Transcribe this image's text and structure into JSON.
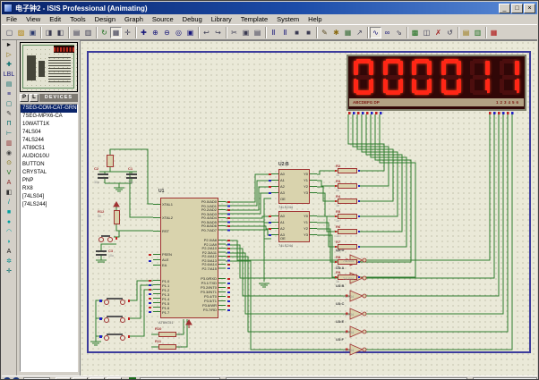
{
  "window": {
    "title": "电子钟2 - ISIS Professional (Animating)",
    "buttons": {
      "minimize": "_",
      "maximize": "□",
      "close": "×"
    }
  },
  "menu": [
    {
      "name": "menu-file",
      "label": "File"
    },
    {
      "name": "menu-view",
      "label": "View"
    },
    {
      "name": "menu-edit",
      "label": "Edit"
    },
    {
      "name": "menu-tools",
      "label": "Tools"
    },
    {
      "name": "menu-design",
      "label": "Design"
    },
    {
      "name": "menu-graph",
      "label": "Graph"
    },
    {
      "name": "menu-source",
      "label": "Source"
    },
    {
      "name": "menu-debug",
      "label": "Debug"
    },
    {
      "name": "menu-library",
      "label": "Library"
    },
    {
      "name": "menu-template",
      "label": "Template"
    },
    {
      "name": "menu-system",
      "label": "System"
    },
    {
      "name": "menu-help",
      "label": "Help"
    }
  ],
  "toolbar": [
    {
      "name": "new-button",
      "glyph": "▢",
      "color": "#3a3a52"
    },
    {
      "name": "open-button",
      "glyph": "▨",
      "color": "#b08000"
    },
    {
      "name": "save-button",
      "glyph": "▣",
      "color": "#2c3a6e"
    },
    {
      "sep": true
    },
    {
      "name": "import-button",
      "glyph": "◨",
      "color": "#3a3a52"
    },
    {
      "name": "export-button",
      "glyph": "◧",
      "color": "#3a3a52"
    },
    {
      "sep": true
    },
    {
      "name": "print-button",
      "glyph": "▤",
      "color": "#3a3a52"
    },
    {
      "name": "print-area-button",
      "glyph": "▥",
      "color": "#3a3a52"
    },
    {
      "sep": true
    },
    {
      "name": "redraw-button",
      "glyph": "↻",
      "color": "#1a6e1a"
    },
    {
      "name": "grid-toggle",
      "glyph": "▦",
      "color": "#3a3a52",
      "pressed": true
    },
    {
      "name": "origin-button",
      "glyph": "✛",
      "color": "#3a3a52"
    },
    {
      "sep": true
    },
    {
      "name": "pan-button",
      "glyph": "✚",
      "color": "#16167a"
    },
    {
      "name": "zoom-in-button",
      "glyph": "⊕",
      "color": "#16167a"
    },
    {
      "name": "zoom-out-button",
      "glyph": "⊖",
      "color": "#16167a"
    },
    {
      "name": "zoom-all-button",
      "glyph": "◎",
      "color": "#16167a"
    },
    {
      "name": "zoom-area-button",
      "glyph": "▣",
      "color": "#16167a"
    },
    {
      "sep": true
    },
    {
      "name": "undo-button",
      "glyph": "↩",
      "color": "#3a3a52"
    },
    {
      "name": "redo-button",
      "glyph": "↪",
      "color": "#3a3a52"
    },
    {
      "sep": true
    },
    {
      "name": "cut-button",
      "glyph": "✂",
      "color": "#3a3a52"
    },
    {
      "name": "copy-button",
      "glyph": "▣",
      "color": "#3a3a52"
    },
    {
      "name": "paste-button",
      "glyph": "▤",
      "color": "#3a3a52"
    },
    {
      "sep": true
    },
    {
      "name": "block-copy-button",
      "glyph": "Ⅱ",
      "color": "#16167a"
    },
    {
      "name": "block-move-button",
      "glyph": "Ⅱ",
      "color": "#16167a"
    },
    {
      "name": "block-rotate-button",
      "glyph": "■",
      "color": "#3a3a52"
    },
    {
      "name": "block-delete-button",
      "glyph": "■",
      "color": "#3a3a52"
    },
    {
      "sep": true
    },
    {
      "name": "pick-device-button",
      "glyph": "✎",
      "color": "#5a4a20"
    },
    {
      "name": "make-device-button",
      "glyph": "✱",
      "color": "#8a6a10"
    },
    {
      "name": "packaging-button",
      "glyph": "▦",
      "color": "#3a6e3a"
    },
    {
      "name": "decompose-button",
      "glyph": "↗",
      "color": "#3a3a52"
    },
    {
      "sep": true
    },
    {
      "name": "wire-autorouter-toggle",
      "glyph": "∿",
      "color": "#16167a",
      "pressed": true
    },
    {
      "name": "search-tag-button",
      "glyph": "∞",
      "color": "#16167a"
    },
    {
      "name": "property-assign-button",
      "glyph": "⇘",
      "color": "#3a3a52"
    },
    {
      "sep": true
    },
    {
      "name": "design-explorer-button",
      "glyph": "▩",
      "color": "#1a6e1a"
    },
    {
      "name": "new-sheet-button",
      "glyph": "◫",
      "color": "#3a3a52"
    },
    {
      "name": "remove-sheet-button",
      "glyph": "✗",
      "color": "#a02020"
    },
    {
      "name": "goto-sheet-button",
      "glyph": "↺",
      "color": "#3a3a52"
    },
    {
      "sep": true
    },
    {
      "name": "bom-button",
      "glyph": "▤",
      "color": "#9a7a10"
    },
    {
      "name": "erc-button",
      "glyph": "▥",
      "color": "#1a6e1a"
    },
    {
      "sep": true
    },
    {
      "name": "netlist-ares-button",
      "glyph": "▦",
      "color": "#b01010"
    }
  ],
  "sidebar": {
    "pick_label": "P",
    "library_label": "L",
    "header": "DEVICES",
    "mode_icons": [
      {
        "name": "selection-mode-icon",
        "glyph": "►",
        "color": "#111111"
      },
      {
        "name": "component-mode-icon",
        "glyph": "▷",
        "color": "#8a6a00"
      },
      {
        "name": "junction-mode-icon",
        "glyph": "✚",
        "color": "#006a6a"
      },
      {
        "name": "wire-label-mode-icon",
        "glyph": "LBL",
        "color": "#16167a"
      },
      {
        "name": "text-script-mode-icon",
        "glyph": "▤",
        "color": "#006a6a"
      },
      {
        "name": "bus-mode-icon",
        "glyph": "≡",
        "color": "#16167a"
      },
      {
        "name": "subcircuit-mode-icon",
        "glyph": "▢",
        "color": "#006a6a"
      },
      {
        "name": "instant-edit-mode-icon",
        "glyph": "✎",
        "color": "#333333"
      },
      {
        "name": "terminal-mode-icon",
        "glyph": "Π",
        "color": "#006a6a"
      },
      {
        "name": "device-pin-mode-icon",
        "glyph": "⊢",
        "color": "#006a6a"
      },
      {
        "name": "graph-mode-icon",
        "glyph": "▥",
        "color": "#8a2020"
      },
      {
        "name": "tape-recorder-mode-icon",
        "glyph": "◉",
        "color": "#444444"
      },
      {
        "name": "generator-mode-icon",
        "glyph": "⊙",
        "color": "#7a6a00"
      },
      {
        "name": "voltage-probe-mode-icon",
        "glyph": "V",
        "color": "#1a6e1a"
      },
      {
        "name": "current-probe-mode-icon",
        "glyph": "A",
        "color": "#8a2020"
      },
      {
        "name": "virtual-instrument-mode-icon",
        "glyph": "◧",
        "color": "#333333"
      },
      {
        "name": "2d-line-mode-icon",
        "glyph": "/",
        "color": "#008a8a"
      },
      {
        "name": "2d-box-mode-icon",
        "glyph": "■",
        "color": "#00a0a0"
      },
      {
        "name": "2d-circle-mode-icon",
        "glyph": "●",
        "color": "#00a0a0"
      },
      {
        "name": "2d-arc-mode-icon",
        "glyph": "◠",
        "color": "#00a0a0"
      },
      {
        "name": "2d-path-mode-icon",
        "glyph": "◗",
        "color": "#00a0a0"
      },
      {
        "name": "2d-text-mode-icon",
        "glyph": "A",
        "color": "#111111"
      },
      {
        "name": "2d-symbol-mode-icon",
        "glyph": "✲",
        "color": "#008a8a"
      },
      {
        "name": "marker-mode-icon",
        "glyph": "✛",
        "color": "#006a6a"
      }
    ],
    "devices": [
      {
        "label": "7SEG-COM-CAT-GRN",
        "selected": true
      },
      {
        "label": "7SEG-MPX6-CA"
      },
      {
        "label": "10WATT1K"
      },
      {
        "label": "74LS04"
      },
      {
        "label": "74LS244"
      },
      {
        "label": "AT89C51"
      },
      {
        "label": "AUDIO10U"
      },
      {
        "label": "BUTTON"
      },
      {
        "label": "CRYSTAL"
      },
      {
        "label": "PNP"
      },
      {
        "label": "RX8"
      },
      {
        "label": "[74LS04]"
      },
      {
        "label": "[74LS244]"
      }
    ]
  },
  "schematic": {
    "display": {
      "value": "000011",
      "segment_strip": "ABCDEFG  DP",
      "digit_strip": "123456"
    },
    "u1": {
      "ref": "U1",
      "part": "AT89C51",
      "xtal1": "XTAL1",
      "xtal2": "XTAL2",
      "rst": "RST",
      "ctrl": "PSEN\nALE\nEA",
      "p1": "P1.0\nP1.1\nP1.2\nP1.3\nP1.4\nP1.5\nP1.6\nP1.7",
      "p0": "P0.0/AD0\nP0.1/AD1\nP0.2/AD2\nP0.3/AD3\nP0.4/AD4\nP0.5/AD5\nP0.6/AD6\nP0.7/AD7",
      "p2": "P2.0/A8\nP2.1/A9\nP2.2/A10\nP2.3/A11\nP2.4/A12\nP2.5/A13\nP2.6/A14\nP2.7/A15",
      "p3": "P3.0/RXD\nP3.1/TXD\nP3.2/INT0\nP3.3/INT1\nP3.4/T0\nP3.5/T1\nP3.6/WR\nP3.7/RD"
    },
    "u2_top": {
      "ref": "U2:B",
      "part": "74LS244",
      "inputs": "A0\nA1\nA2\nA3",
      "outputs": "Y0\nY1\nY2\nY3",
      "enable": "OE"
    },
    "u2_bottom": {
      "ref": "U2:A",
      "part": "74LS244",
      "inputs": "A0\nA1\nA2\nA3",
      "outputs": "Y0\nY1\nY2\nY3",
      "enable": "OE"
    },
    "inverters": [
      {
        "ref": "U3:D",
        "part": "74LS04"
      },
      {
        "ref": "U3:A",
        "part": "74LS04"
      },
      {
        "ref": "U3:B",
        "part": "74LS04"
      },
      {
        "ref": "U3:C",
        "part": "74LS04"
      },
      {
        "ref": "U3:E",
        "part": "74LS04"
      },
      {
        "ref": "U3:F",
        "part": "74LS04"
      }
    ],
    "resistors": [
      {
        "ref": "R2",
        "value": "1k"
      },
      {
        "ref": "R3",
        "value": "1k"
      },
      {
        "ref": "R4",
        "value": "1k"
      },
      {
        "ref": "R5",
        "value": "1k"
      },
      {
        "ref": "R6",
        "value": "1k"
      },
      {
        "ref": "R7",
        "value": "1k"
      },
      {
        "ref": "R8",
        "value": "1k"
      },
      {
        "ref": "R9",
        "value": "1k"
      }
    ],
    "c2": {
      "ref": "C2",
      "value": "30p"
    },
    "c1": {
      "ref": "C1",
      "value": "30p"
    },
    "r12": {
      "ref": "R12",
      "value": "5K"
    },
    "c3": {
      "ref": "C3",
      "value": "10u"
    },
    "r10": {
      "ref": "R10",
      "value": "1k"
    },
    "r11": {
      "ref": "R11",
      "value": "1k"
    }
  },
  "colors": {
    "wire": "#2e7d2e",
    "component_fill": "#d9d3ad",
    "component_border": "#a03232",
    "canvas_bg": "#eae9d8",
    "sheet_border": "#3c3c9c",
    "segment_on": "#ff2616",
    "segment_off": "#4c0e0e",
    "display_bg": "#310707",
    "selection_bg": "#0a246a",
    "chrome": "#d4d0c8"
  }
}
